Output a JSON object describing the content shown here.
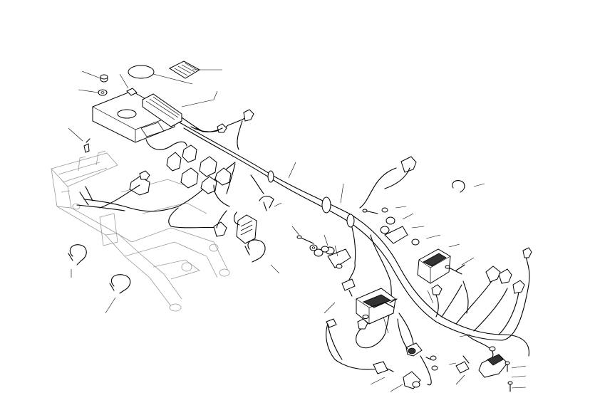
{
  "diagram": {
    "parts": [
      "wiring-harness",
      "ecu",
      "ecu-connector",
      "ecu-cover",
      "label-plate",
      "relay",
      "fuse-holder",
      "ignition-coil",
      "regulator",
      "speed-sensor",
      "pickup-sensor",
      "temperature-sensor",
      "hose-clamp",
      "cable-clip",
      "bracket",
      "nut",
      "washer",
      "screw",
      "rubber-bushing",
      "rear-frame"
    ]
  }
}
